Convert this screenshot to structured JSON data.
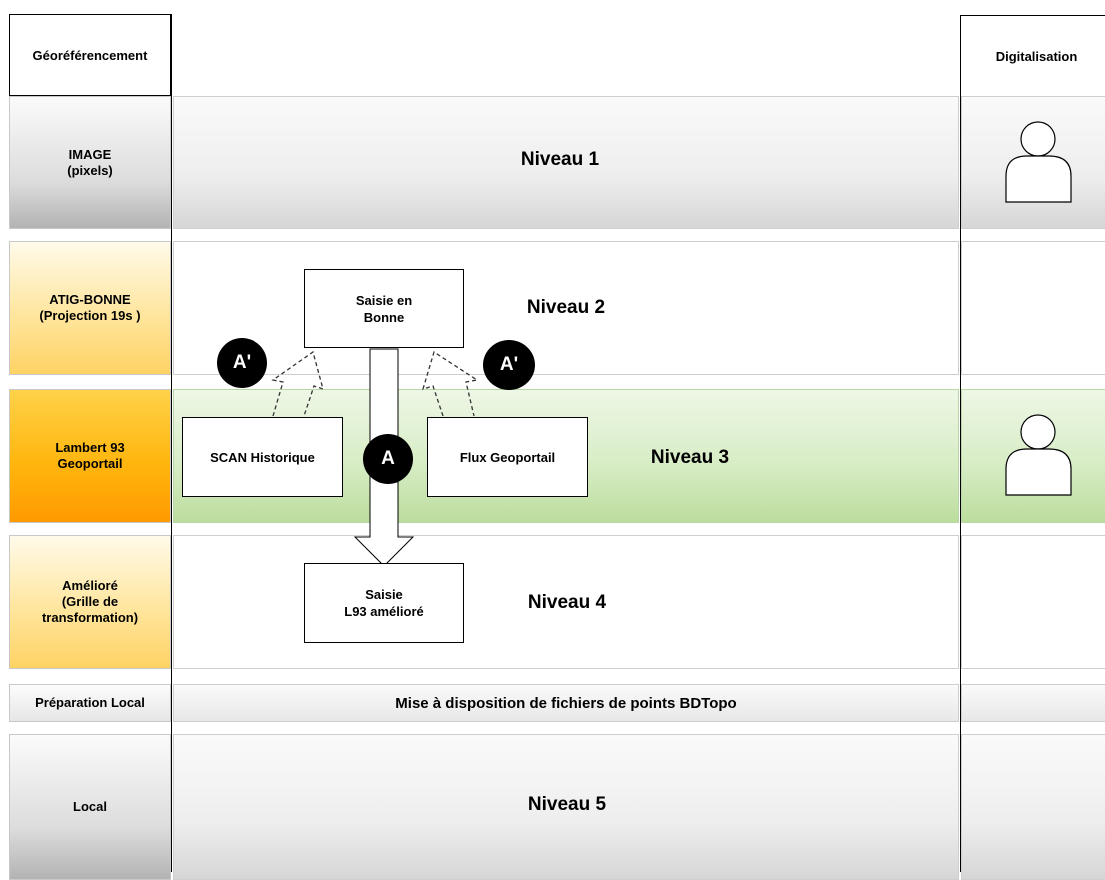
{
  "headers": {
    "left": "Géoréférencement",
    "right": "Digitalisation"
  },
  "rows": [
    {
      "category": "IMAGE\n(pixels)",
      "level": "Niveau 1"
    },
    {
      "category": "ATIG-BONNE\n(Projection 19s )",
      "level": "Niveau 2"
    },
    {
      "category": "Lambert 93\nGeoportail",
      "level": "Niveau 3"
    },
    {
      "category": "Amélioré\n(Grille de\ntransformation)",
      "level": "Niveau 4"
    },
    {
      "category": "Préparation Local",
      "level": "Mise à disposition de fichiers de points BDTopo"
    },
    {
      "category": "Local",
      "level": "Niveau 5"
    }
  ],
  "boxes": {
    "saisie_bonne": "Saisie en\nBonne",
    "scan_historique": "SCAN Historique",
    "flux_geoportail": "Flux Geoportail",
    "saisie_l93": "Saisie\nL93 amélioré"
  },
  "badges": {
    "a_prime": "A'",
    "a": "A"
  },
  "icons": {
    "person": "user-icon"
  },
  "colors": {
    "grey_band": "#d6d6d6",
    "yellow": "#ffe69e",
    "orange": "#ffb60e",
    "green": "#bcdd9e",
    "badge": "#000000"
  }
}
